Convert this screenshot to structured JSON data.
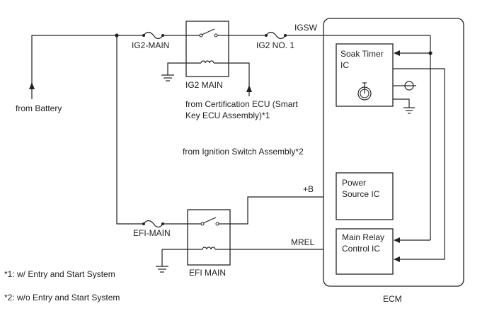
{
  "labels": {
    "from_battery": "from Battery",
    "ig2_main_fuse": "IG2-MAIN",
    "ig2_main_relay": "IG2 MAIN",
    "ig2_no1_fuse": "IG2 NO. 1",
    "igsw": "IGSW",
    "from_cert_ecu_line1": "from Certification ECU (Smart",
    "from_cert_ecu_line2": "Key ECU Assembly)*1",
    "from_ign_switch": "from Ignition Switch Assembly*2",
    "plus_b": "+B",
    "efi_main_fuse": "EFI-MAIN",
    "efi_main_relay": "EFI MAIN",
    "mrel": "MREL",
    "ecm": "ECM"
  },
  "ecm_blocks": {
    "soak_timer_line1": "Soak Timer",
    "soak_timer_line2": "IC",
    "power_source_line1": "Power",
    "power_source_line2": "Source IC",
    "main_relay_line1": "Main Relay",
    "main_relay_line2": "Control IC"
  },
  "notes": {
    "note1": "*1: w/ Entry and Start System",
    "note2": "*2: w/o Entry and Start System"
  }
}
